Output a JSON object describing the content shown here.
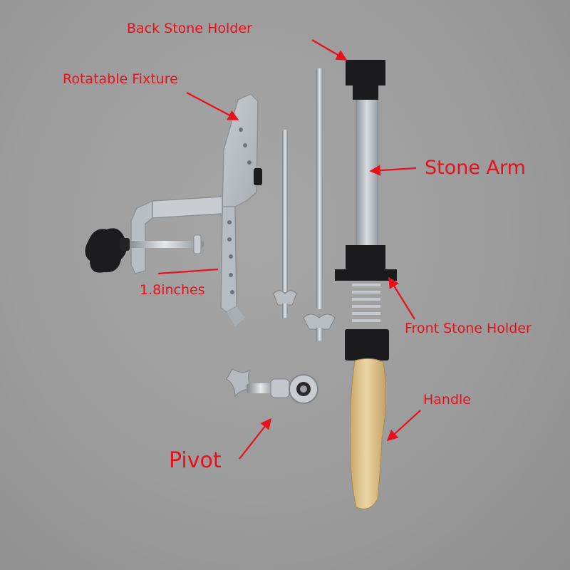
{
  "labels": {
    "back_stone_holder": "Back Stone Holder",
    "rotatable_fixture": "Rotatable Fixture",
    "stone_arm": "Stone Arm",
    "width": "1.8inches",
    "front_stone_holder": "Front Stone Holder",
    "handle": "Handle",
    "pivot": "Pivot"
  },
  "colors": {
    "label_text": "#e8101a",
    "arrow": "#e8101a",
    "background": "#9c9c9c",
    "handle_wood": "#d9c08c"
  }
}
